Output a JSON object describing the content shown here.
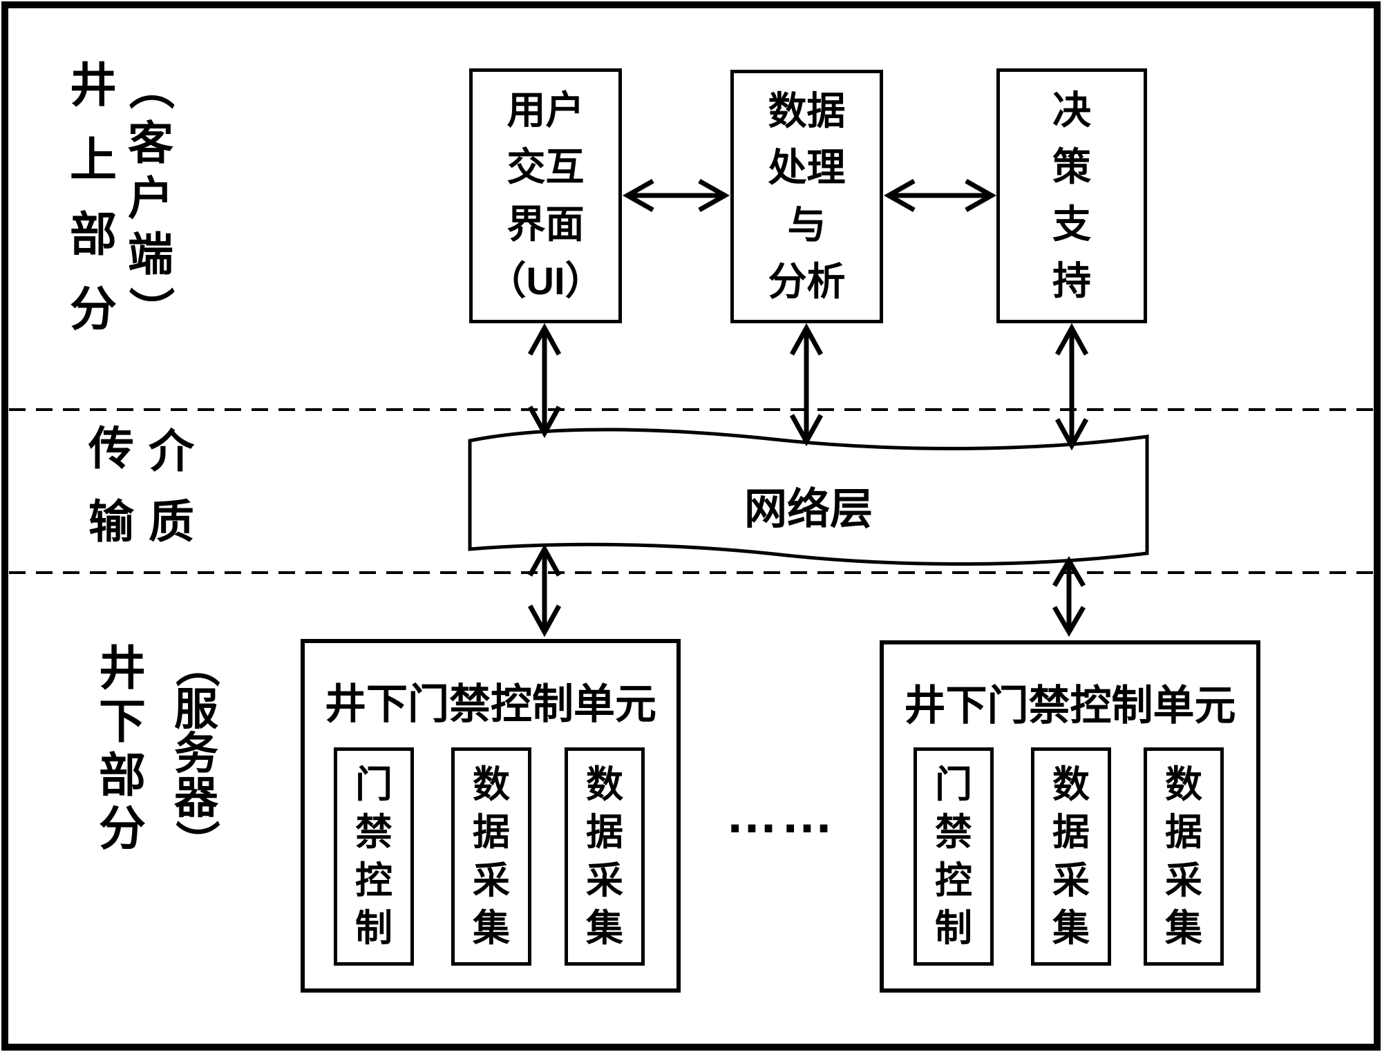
{
  "diagram": {
    "ink_color": "#000000",
    "background_color": "#ffffff",
    "top_section": {
      "side_label_col1": [
        "井",
        "上",
        "部",
        "分"
      ],
      "side_label_col2": [
        "（",
        "客",
        "户",
        "端",
        "）"
      ],
      "box_ui": [
        "用户",
        "交互",
        "界面",
        "（UI）"
      ],
      "box_processing": [
        "数据",
        "处理",
        "与",
        "分析"
      ],
      "box_decision": [
        "决",
        "策",
        "支",
        "持"
      ]
    },
    "middle_section": {
      "side_label_col1": [
        "传",
        "输"
      ],
      "side_label_col2": [
        "介",
        "质"
      ],
      "banner_label": "网络层"
    },
    "bottom_section": {
      "side_label_col1": [
        "井",
        "下",
        "部",
        "分"
      ],
      "side_label_col2": [
        "（",
        "服",
        "务",
        "器",
        "）"
      ],
      "unit_left": {
        "title": "井下门禁控制单元",
        "module1": [
          "门",
          "禁",
          "控",
          "制"
        ],
        "module2": [
          "数",
          "据",
          "采",
          "集"
        ],
        "module3": [
          "数",
          "据",
          "采",
          "集"
        ]
      },
      "unit_right": {
        "title": "井下门禁控制单元",
        "module1": [
          "门",
          "禁",
          "控",
          "制"
        ],
        "module2": [
          "数",
          "据",
          "采",
          "集"
        ],
        "module3": [
          "数",
          "据",
          "采",
          "集"
        ]
      },
      "ellipsis": "……"
    }
  }
}
